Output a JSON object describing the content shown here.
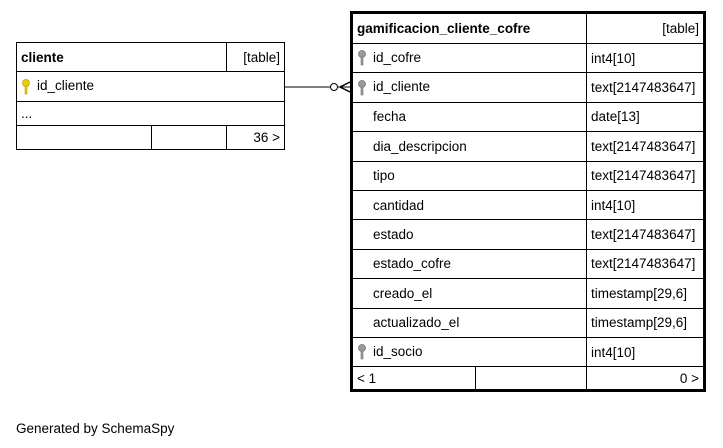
{
  "tables": {
    "cliente": {
      "name": "cliente",
      "kind": "[table]",
      "columns": [
        {
          "name": "id_cliente",
          "key": "primary"
        }
      ],
      "ellipsis": "...",
      "footer": {
        "left": "",
        "middle": "",
        "right": "36 >"
      }
    },
    "cofre": {
      "name": "gamificacion_cliente_cofre",
      "kind": "[table]",
      "columns": [
        {
          "name": "id_cofre",
          "type": "int4[10]",
          "key": "foreign"
        },
        {
          "name": "id_cliente",
          "type": "text[2147483647]",
          "key": "foreign"
        },
        {
          "name": "fecha",
          "type": "date[13]",
          "key": "none"
        },
        {
          "name": "dia_descripcion",
          "type": "text[2147483647]",
          "key": "none"
        },
        {
          "name": "tipo",
          "type": "text[2147483647]",
          "key": "none"
        },
        {
          "name": "cantidad",
          "type": "int4[10]",
          "key": "none"
        },
        {
          "name": "estado",
          "type": "text[2147483647]",
          "key": "none"
        },
        {
          "name": "estado_cofre",
          "type": "text[2147483647]",
          "key": "none"
        },
        {
          "name": "creado_el",
          "type": "timestamp[29,6]",
          "key": "none"
        },
        {
          "name": "actualizado_el",
          "type": "timestamp[29,6]",
          "key": "none"
        },
        {
          "name": "id_socio",
          "type": "int4[10]",
          "key": "foreign"
        }
      ],
      "footer": {
        "left": "< 1",
        "middle": "",
        "right": "0 >"
      }
    }
  },
  "colors": {
    "primary_key": "#e8d000",
    "foreign_key": "#9a9a9a",
    "line": "#000000"
  },
  "footer_text": "Generated by SchemaSpy"
}
